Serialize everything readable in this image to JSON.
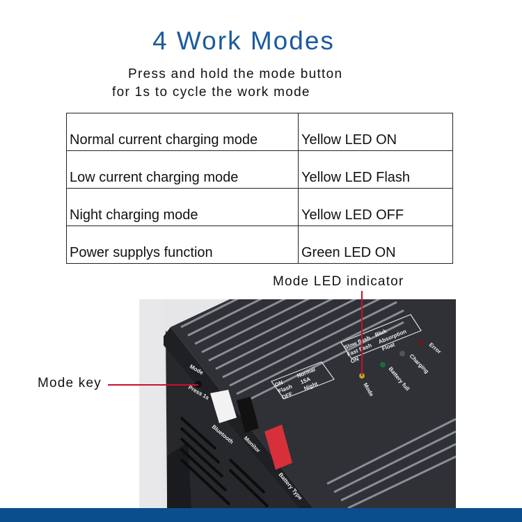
{
  "header": {
    "title": "4 Work Modes",
    "subtitle_line1": "Press and hold the mode button",
    "subtitle_line2": "for 1s to cycle the work mode"
  },
  "modes_table": {
    "rows": [
      {
        "mode": "Normal current charging mode",
        "led": "Yellow LED  ON"
      },
      {
        "mode": "Low current charging mode",
        "led": "Yellow LED  Flash"
      },
      {
        "mode": "Night charging mode",
        "led": "Yellow LED  OFF"
      },
      {
        "mode": "Power supplys function",
        "led": "Green LED  ON"
      }
    ]
  },
  "callouts": {
    "led_indicator": "Mode LED indicator",
    "mode_key": "Mode key"
  },
  "device_labels": {
    "mode": "Mode",
    "press": "Press 1s",
    "bluetooth": "Bluetooth",
    "monitor": "Monitor",
    "battery_type": "Battery Type",
    "panel_left": [
      "ON",
      "Normal",
      "Flash",
      "15A",
      "OFF",
      "Night"
    ],
    "panel_right": [
      "Slow flash",
      "Bluk",
      "Fast flash",
      "Absorption",
      "ON",
      "Float"
    ],
    "led_mode": "Mode",
    "battery_full": "Battery full",
    "charging": "Charging",
    "error": "Error"
  },
  "colors": {
    "title": "#1b5a9c",
    "callout_line": "#c8102e",
    "bottom_bar": "#0b4e8e",
    "device_body": "#2b2d31"
  }
}
